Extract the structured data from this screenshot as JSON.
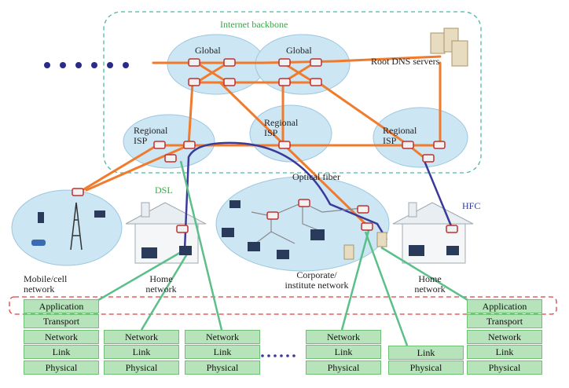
{
  "labels": {
    "backbone": "Internet backbone",
    "global1": "Global",
    "global2": "Global",
    "root_dns": "Root DNS servers",
    "regional1": "Regional\nISP",
    "regional2": "Regional\nISP",
    "regional3": "Regional\nISP",
    "optical": "Optical fiber",
    "dsl": "DSL",
    "hfc": "HFC",
    "mobile": "Mobile/cell\nnetwork",
    "home1": "Home\nnetwork",
    "corporate": "Corporate/\ninstitute network",
    "home2": "Home\nnetwork"
  },
  "stacks": [
    {
      "layers": [
        "Application",
        "Transport",
        "Network",
        "Link",
        "Physical"
      ]
    },
    {
      "layers": [
        "Network",
        "Link",
        "Physical"
      ]
    },
    {
      "layers": [
        "Network",
        "Link",
        "Physical"
      ]
    },
    {
      "layers": [
        "Network",
        "Link",
        "Physical"
      ]
    },
    {
      "layers": [
        "Link",
        "Physical"
      ]
    },
    {
      "layers": [
        "Application",
        "Transport",
        "Network",
        "Link",
        "Physical"
      ]
    }
  ],
  "colors": {
    "orange_link": "#f07b2c",
    "green_link": "#5cbf8a",
    "blue_link": "#3a3a9a",
    "cloud": "#cde6f4",
    "router": "#e63a3a",
    "layer_fill": "#b6e3b9"
  }
}
